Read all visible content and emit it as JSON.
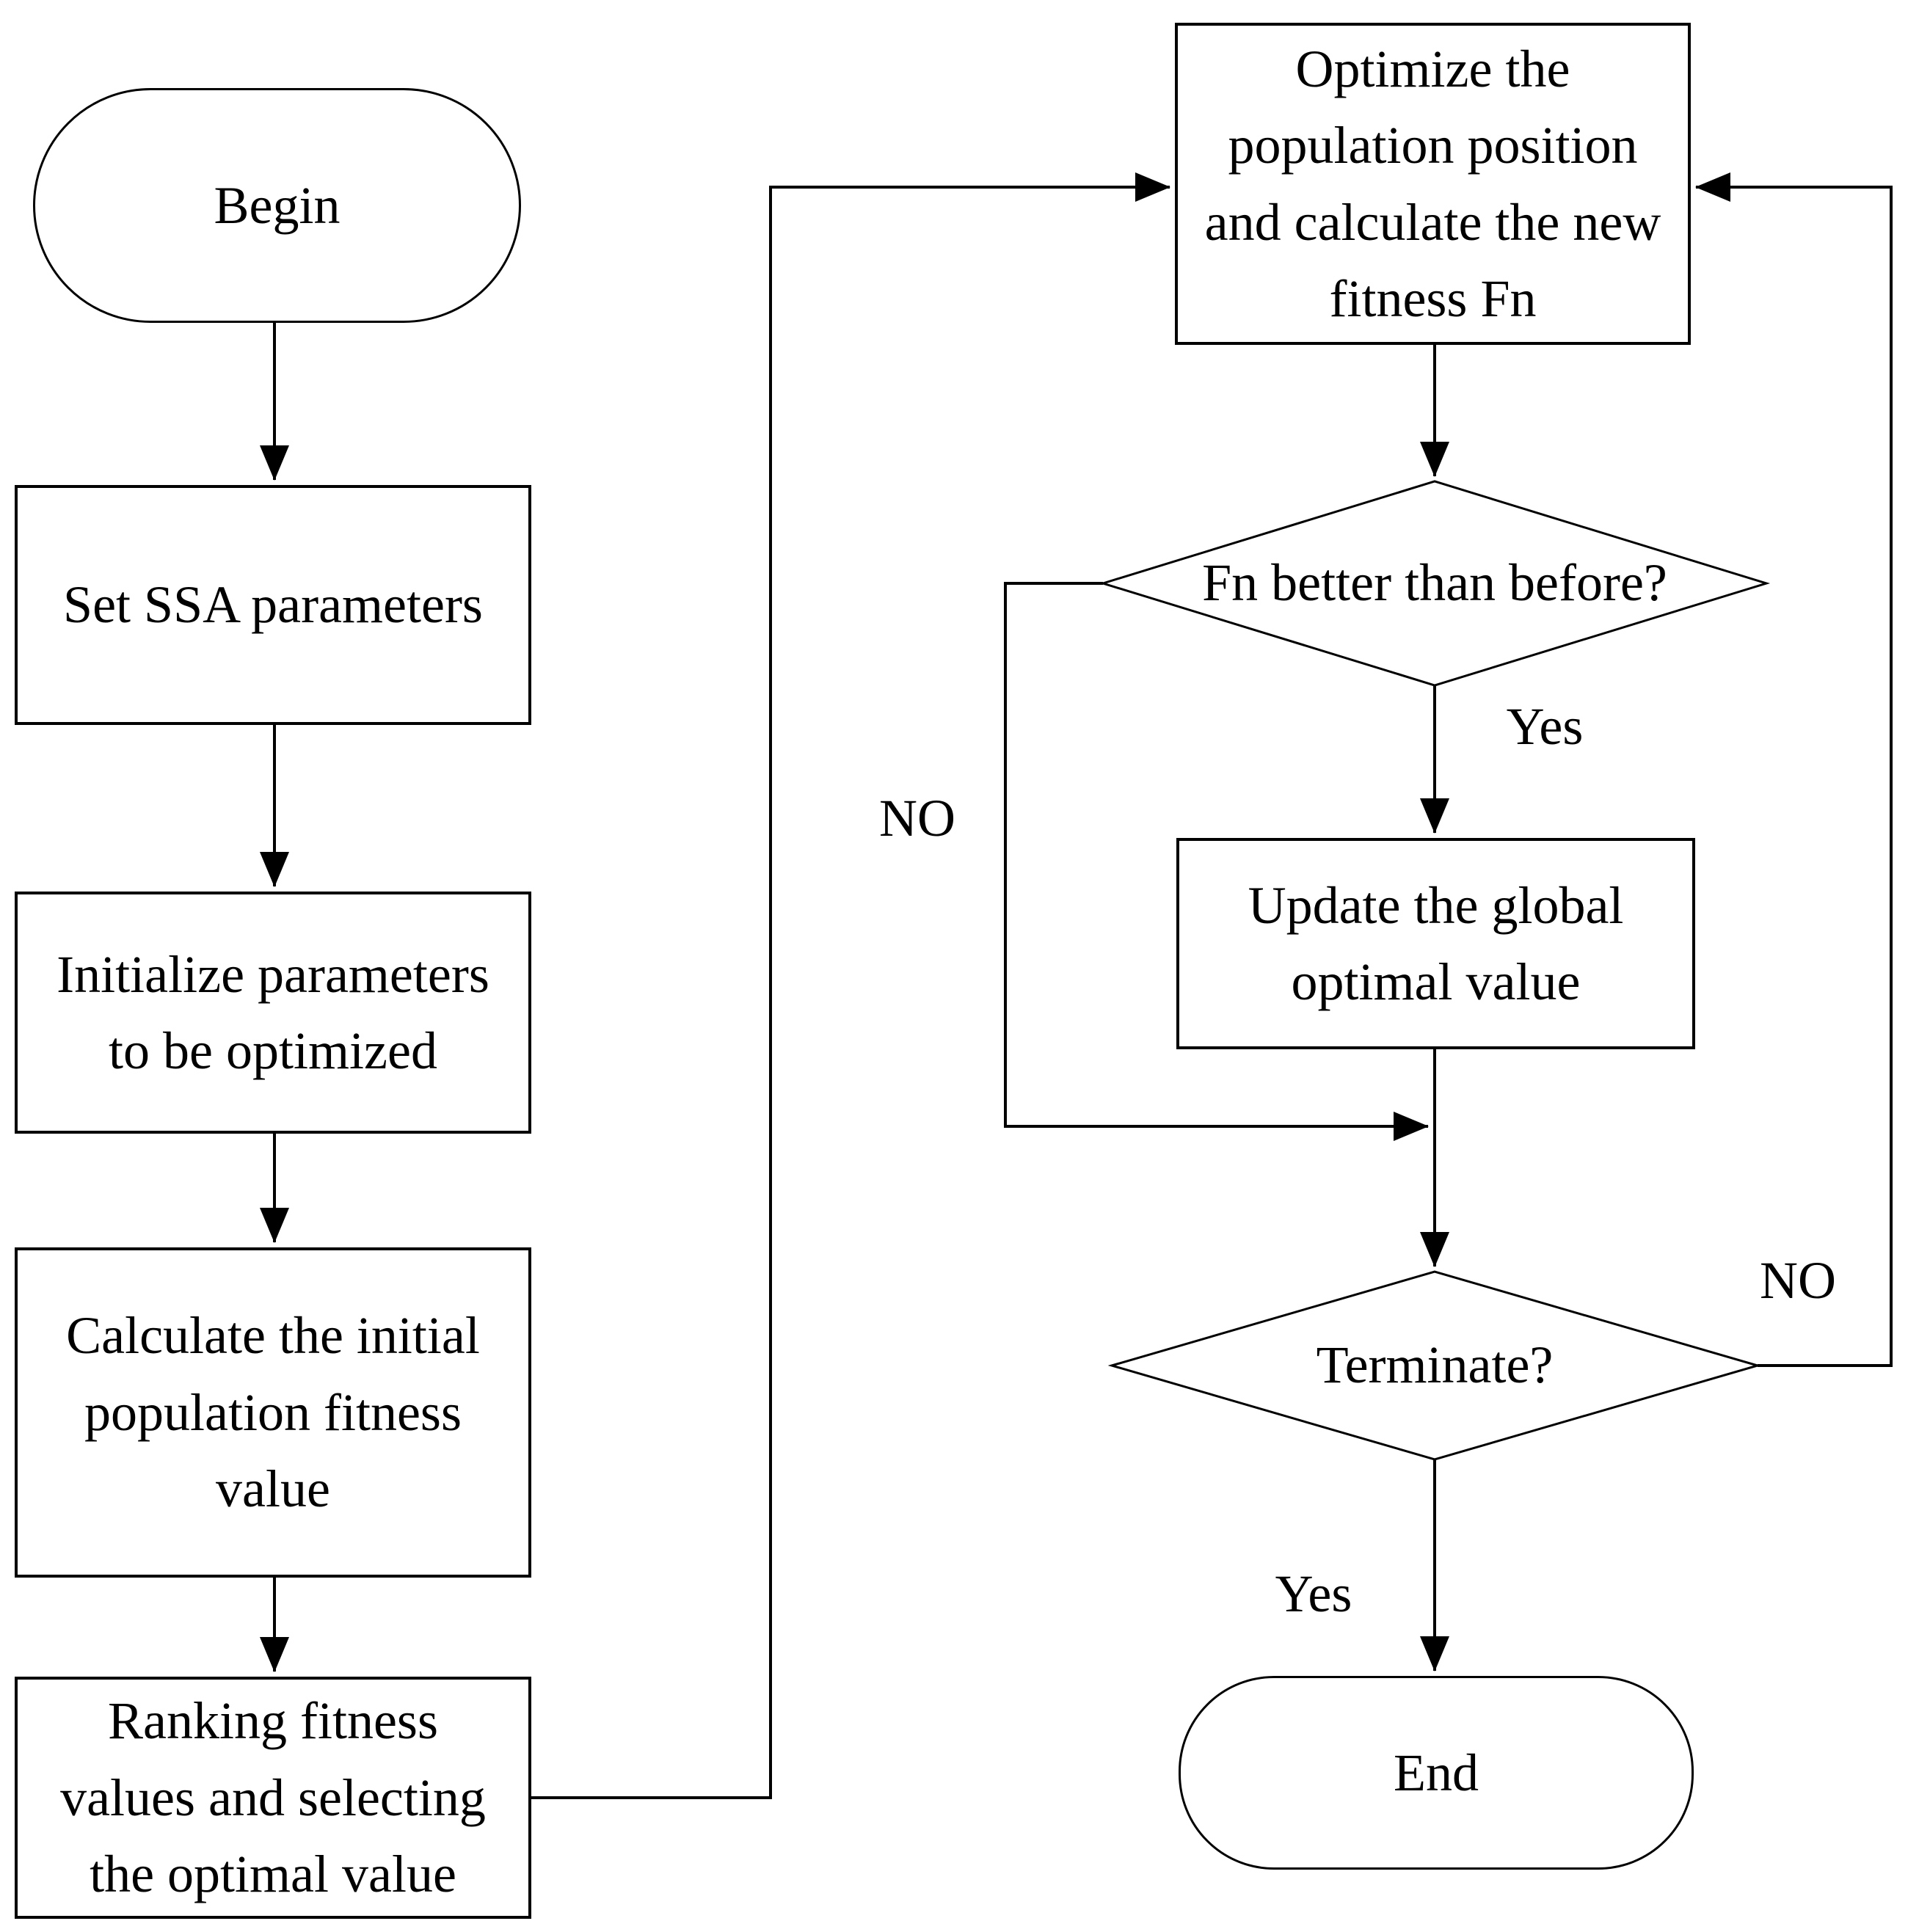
{
  "diagram": {
    "type": "flowchart",
    "background_color": "#ffffff",
    "stroke_color": "#000000",
    "text_color": "#000000",
    "nodes": {
      "begin": {
        "shape": "terminator",
        "label": [
          "Begin"
        ]
      },
      "set_ssa": {
        "shape": "process",
        "label": [
          "Set SSA parameters"
        ]
      },
      "initialize": {
        "shape": "process",
        "label": [
          "Initialize parameters",
          "to be optimized"
        ]
      },
      "calculate": {
        "shape": "process",
        "label": [
          "Calculate the initial",
          "population fitness",
          "value"
        ]
      },
      "ranking": {
        "shape": "process",
        "label": [
          "Ranking fitness",
          "values and selecting",
          "the optimal value"
        ]
      },
      "optimize": {
        "shape": "process",
        "label": [
          "Optimize the",
          "population position",
          "and calculate the new",
          "fitness Fn"
        ]
      },
      "fn_better": {
        "shape": "decision",
        "label": [
          "Fn better than before?"
        ]
      },
      "update": {
        "shape": "process",
        "label": [
          "Update the global",
          "optimal value"
        ]
      },
      "terminate": {
        "shape": "decision",
        "label": [
          "Terminate?"
        ]
      },
      "end": {
        "shape": "terminator",
        "label": [
          "End"
        ]
      }
    },
    "edge_labels": {
      "fn_yes": "Yes",
      "fn_no": "NO",
      "terminate_yes": "Yes",
      "terminate_no": "NO"
    },
    "edges": [
      {
        "from": "begin",
        "to": "set_ssa",
        "label": ""
      },
      {
        "from": "set_ssa",
        "to": "initialize",
        "label": ""
      },
      {
        "from": "initialize",
        "to": "calculate",
        "label": ""
      },
      {
        "from": "calculate",
        "to": "ranking",
        "label": ""
      },
      {
        "from": "ranking",
        "to": "optimize",
        "label": ""
      },
      {
        "from": "optimize",
        "to": "fn_better",
        "label": ""
      },
      {
        "from": "fn_better",
        "to": "update",
        "label": "Yes"
      },
      {
        "from": "fn_better",
        "to": "terminate",
        "label": "NO"
      },
      {
        "from": "update",
        "to": "terminate",
        "label": ""
      },
      {
        "from": "terminate",
        "to": "end",
        "label": "Yes"
      },
      {
        "from": "terminate",
        "to": "optimize",
        "label": "NO"
      }
    ]
  }
}
